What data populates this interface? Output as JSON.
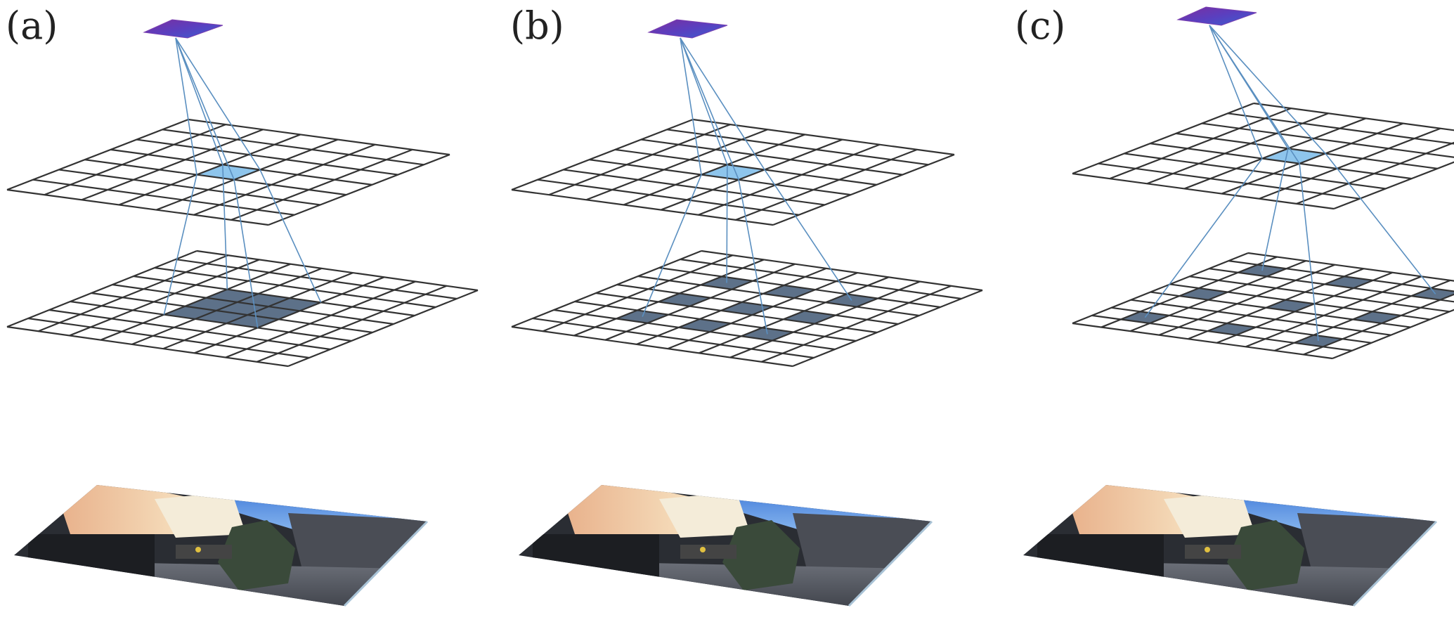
{
  "panels": [
    {
      "label": "(a)",
      "dilation": 1
    },
    {
      "label": "(b)",
      "dilation": 2
    },
    {
      "label": "(c)",
      "dilation": 3
    }
  ],
  "colors": {
    "output_cell": "#5b43b8",
    "output_cell_edge": "#7a3fb0",
    "selected_cell": "#8ec5ec",
    "kernel_cell": "#5d7189",
    "ray": "#5a8fc0",
    "grid": "#333333"
  }
}
